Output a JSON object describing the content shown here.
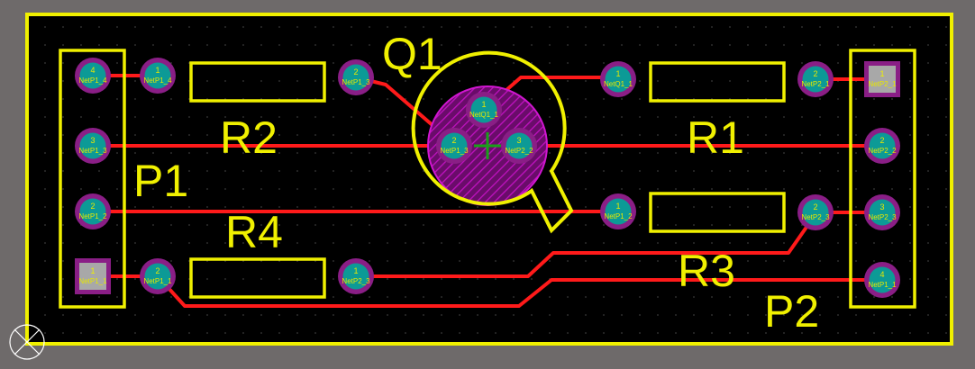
{
  "colors": {
    "background": "#6e6a6a",
    "board": "#000000",
    "board_outline": "#f0f000",
    "silkscreen": "#f0f000",
    "trace": "#ff1a1a",
    "pad_ring": "#8a1e86",
    "pad_center": "#0c9a96",
    "square_pad": "#a8a8a8",
    "pad_text": "#e8e800",
    "q1_body": "#b000b0",
    "crosshair": "#1aa01a",
    "grid_dot": "#3a3a3a"
  },
  "components": {
    "p1": {
      "designator": "P1",
      "pins": [
        {
          "number": "4",
          "net": "NetP1_4"
        },
        {
          "number": "3",
          "net": "NetP1_3"
        },
        {
          "number": "2",
          "net": "NetP1_2"
        },
        {
          "number": "1",
          "net": "NetP1_1"
        }
      ]
    },
    "p2": {
      "designator": "P2",
      "pins": [
        {
          "number": "1",
          "net": "NetP2_1"
        },
        {
          "number": "2",
          "net": "NetP2_2"
        },
        {
          "number": "3",
          "net": "NetP2_3"
        },
        {
          "number": "4",
          "net": "NetP1_1"
        }
      ]
    },
    "r1": {
      "designator": "R1",
      "pins": [
        {
          "number": "1",
          "net": "NetQ1_1"
        },
        {
          "number": "2",
          "net": "NetP2_1"
        }
      ]
    },
    "r2": {
      "designator": "R2",
      "pins": [
        {
          "number": "1",
          "net": "NetP1_4"
        },
        {
          "number": "2",
          "net": "NetP1_3"
        }
      ]
    },
    "r3": {
      "designator": "R3",
      "pins": [
        {
          "number": "1",
          "net": "NetP1_2"
        },
        {
          "number": "2",
          "net": "NetP2_3"
        }
      ]
    },
    "r4": {
      "designator": "R4",
      "pins": [
        {
          "number": "2",
          "net": "NetP1_1"
        },
        {
          "number": "1",
          "net": "NetP2_3"
        }
      ]
    },
    "q1": {
      "designator": "Q1",
      "pins": [
        {
          "number": "1",
          "net": "NetQ1_1"
        },
        {
          "number": "2",
          "net": "NetP1_3"
        },
        {
          "number": "3",
          "net": "NetP2_2"
        }
      ]
    }
  }
}
